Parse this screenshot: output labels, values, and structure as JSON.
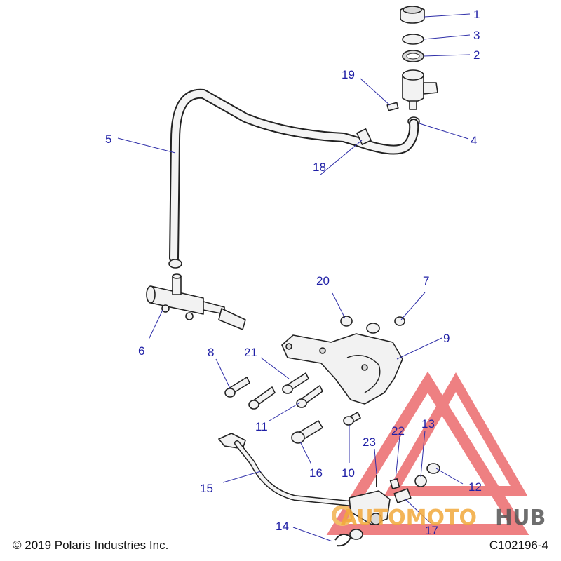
{
  "callouts": [
    {
      "id": "c1",
      "label": "1"
    },
    {
      "id": "c2",
      "label": "2"
    },
    {
      "id": "c3",
      "label": "3"
    },
    {
      "id": "c4",
      "label": "4"
    },
    {
      "id": "c5",
      "label": "5"
    },
    {
      "id": "c6",
      "label": "6"
    },
    {
      "id": "c7",
      "label": "7"
    },
    {
      "id": "c8",
      "label": "8"
    },
    {
      "id": "c9",
      "label": "9"
    },
    {
      "id": "c10",
      "label": "10"
    },
    {
      "id": "c11",
      "label": "11"
    },
    {
      "id": "c12",
      "label": "12"
    },
    {
      "id": "c13",
      "label": "13"
    },
    {
      "id": "c14",
      "label": "14"
    },
    {
      "id": "c15",
      "label": "15"
    },
    {
      "id": "c16",
      "label": "16"
    },
    {
      "id": "c17",
      "label": "17"
    },
    {
      "id": "c18",
      "label": "18"
    },
    {
      "id": "c19",
      "label": "19"
    },
    {
      "id": "c20",
      "label": "20"
    },
    {
      "id": "c21",
      "label": "21"
    },
    {
      "id": "c22",
      "label": "22"
    },
    {
      "id": "c23",
      "label": "23"
    }
  ],
  "footer": {
    "copyright": "© 2019 Polaris Industries Inc.",
    "diagram_code": "C102196-4"
  },
  "watermark": {
    "text_part1": "AUTOMOTO",
    "text_part2": "HUB",
    "color_main": "#e8474b",
    "color_accent": "#f2a93b",
    "color_dark": "#4a4a4a"
  }
}
